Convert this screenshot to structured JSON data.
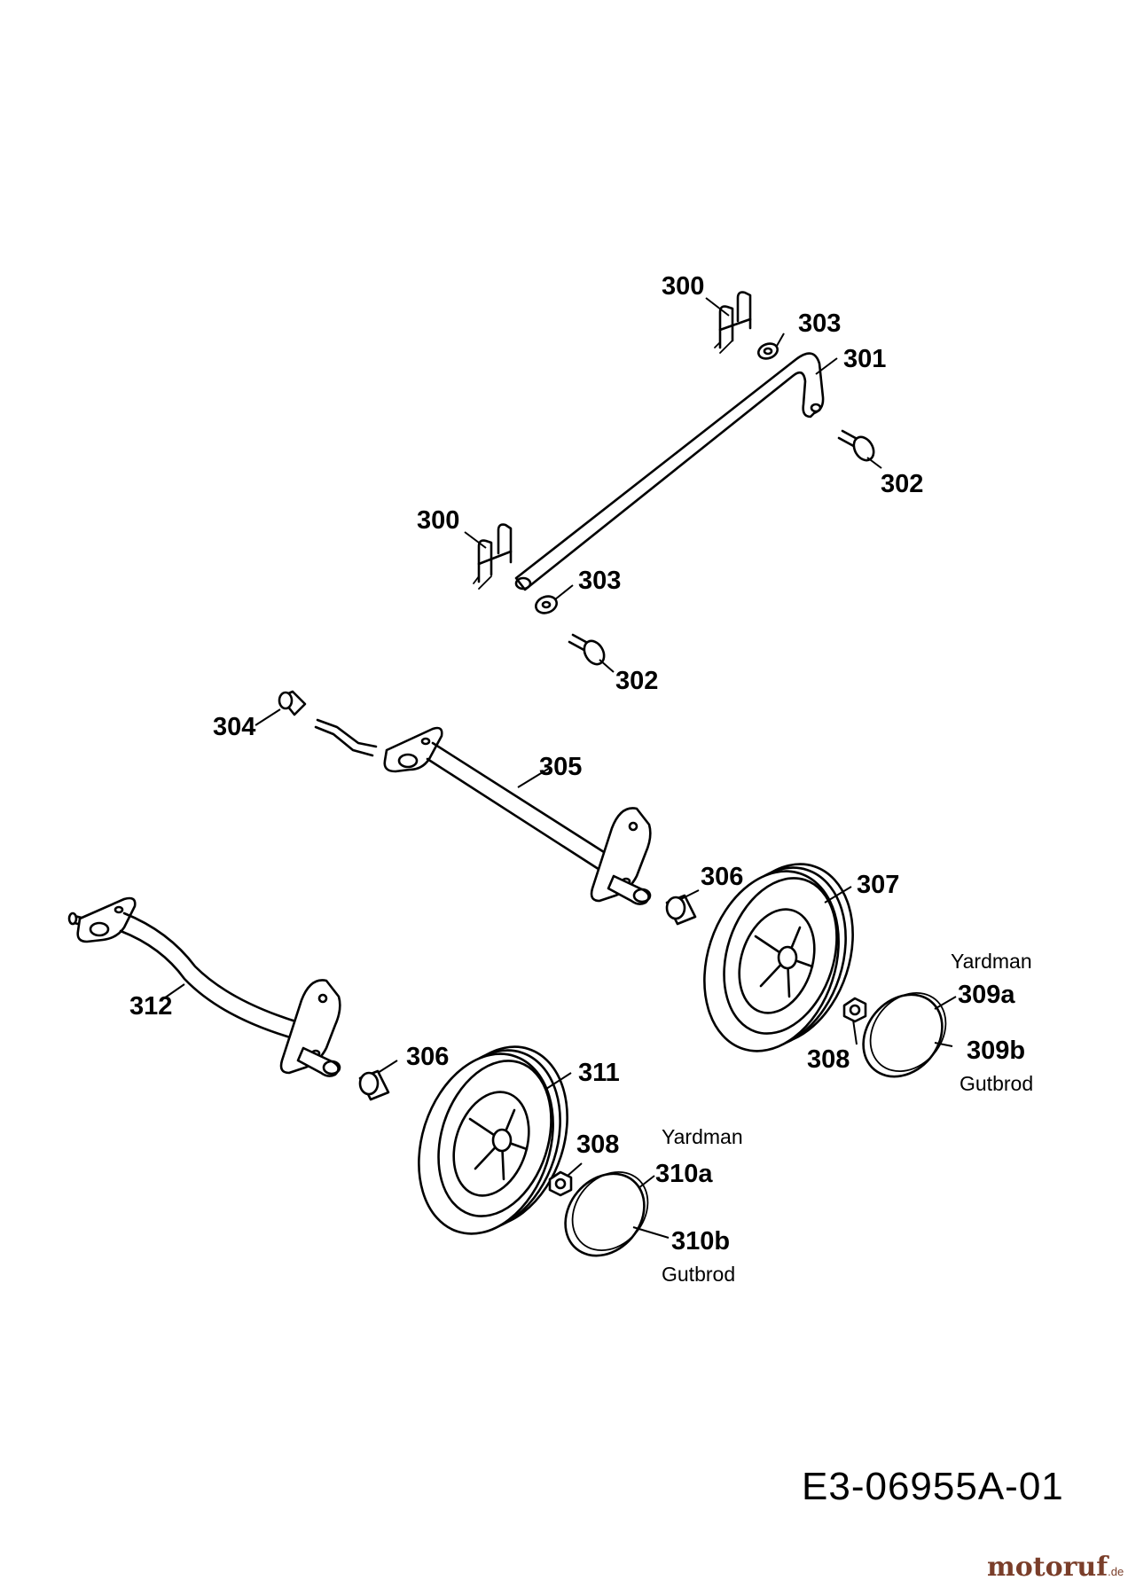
{
  "labels": {
    "p300_top": "300",
    "p303_top": "303",
    "p301": "301",
    "p302_top": "302",
    "p300_mid": "300",
    "p303_mid": "303",
    "p302_mid": "302",
    "p304": "304",
    "p305": "305",
    "p306_upper": "306",
    "p307": "307",
    "p312": "312",
    "p308_upper": "308",
    "p309a": "309a",
    "p309b": "309b",
    "p306_lower": "306",
    "p311": "311",
    "p308_lower": "308",
    "p310a": "310a",
    "p310b": "310b"
  },
  "brands": {
    "yardman_upper": "Yardman",
    "gutbrod_upper": "Gutbrod",
    "yardman_lower": "Yardman",
    "gutbrod_lower": "Gutbrod"
  },
  "drawing_code": "E3-06955A-01",
  "watermark": {
    "name_a": "motoru",
    "name_b": "f",
    "suffix": ".de"
  }
}
